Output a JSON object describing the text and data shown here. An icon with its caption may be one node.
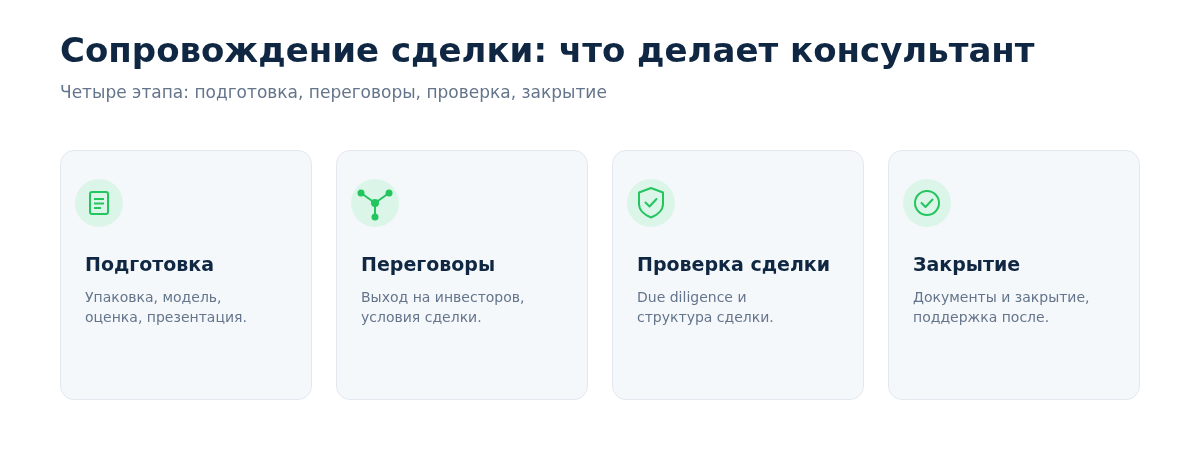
{
  "diagram": {
    "title": "Сопровождение сделки: что делает консультант",
    "nodes": [
      {
        "text": [
          "Подготовка",
          "Упаковка, модель, оценка, презентация."
        ]
      },
      {
        "text": [
          "Переговоры",
          "Выход на инвесторов, условия сделки."
        ]
      },
      {
        "text": [
          "Проверка сделки",
          "Due diligence и структура сделки."
        ]
      },
      {
        "text": [
          "Закрытие",
          "Документы и закрытие, поддержка после."
        ]
      }
    ],
    "edges": [],
    "labels": [
      "Четыре этапа: подготовка, переговоры, проверка, закрытие"
    ]
  }
}
